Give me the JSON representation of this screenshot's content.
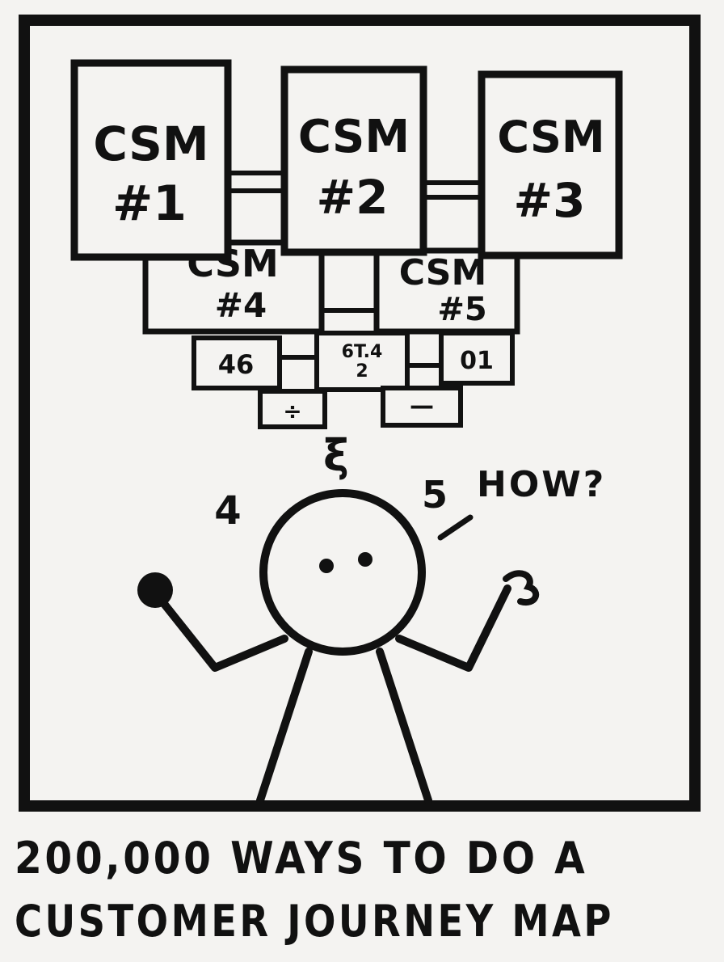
{
  "cards": {
    "csm1": {
      "title": "CSM",
      "number": "#1"
    },
    "csm2": {
      "title": "CSM",
      "number": "#2"
    },
    "csm3": {
      "title": "CSM",
      "number": "#3"
    },
    "csm4": {
      "title": "CSM",
      "number": "#4"
    },
    "csm5": {
      "title": "CSM",
      "number": "#5"
    },
    "small_a": "46",
    "small_b_top": "6T.4",
    "small_b_bottom": "2",
    "small_c": "01",
    "small_d": "÷",
    "small_e": "—"
  },
  "scribbles": {
    "left": "4",
    "top": "ξ",
    "right": "5"
  },
  "speech": "HOW?",
  "caption": {
    "line1": "200,000 WAYS TO DO A",
    "line2": "CUSTOMER JOURNEY MAP"
  },
  "ink_color": "#111111",
  "paper_color": "#f4f3f1"
}
